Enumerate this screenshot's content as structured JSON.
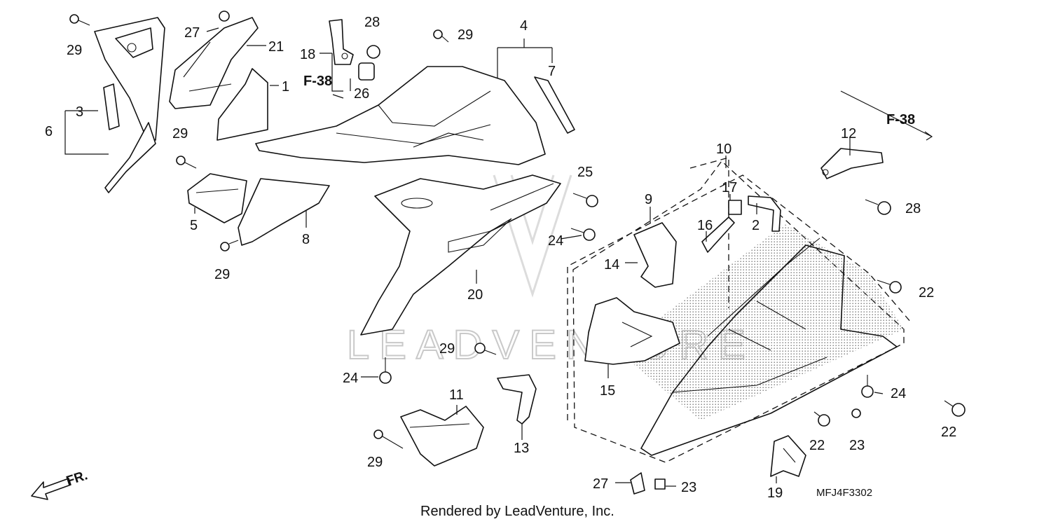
{
  "callouts": [
    {
      "id": "c29a",
      "text": "29"
    },
    {
      "id": "c27a",
      "text": "27"
    },
    {
      "id": "c21",
      "text": "21"
    },
    {
      "id": "c1",
      "text": "1"
    },
    {
      "id": "c3",
      "text": "3"
    },
    {
      "id": "c6",
      "text": "6"
    },
    {
      "id": "c18",
      "text": "18"
    },
    {
      "id": "c28a",
      "text": "28"
    },
    {
      "id": "c26",
      "text": "26"
    },
    {
      "id": "c29b",
      "text": "29"
    },
    {
      "id": "c4",
      "text": "4"
    },
    {
      "id": "c7",
      "text": "7"
    },
    {
      "id": "c29c",
      "text": "29"
    },
    {
      "id": "c5",
      "text": "5"
    },
    {
      "id": "c8",
      "text": "8"
    },
    {
      "id": "c29d",
      "text": "29"
    },
    {
      "id": "c25",
      "text": "25"
    },
    {
      "id": "c24a",
      "text": "24"
    },
    {
      "id": "c20",
      "text": "20"
    },
    {
      "id": "c12",
      "text": "12"
    },
    {
      "id": "c10",
      "text": "10"
    },
    {
      "id": "c9",
      "text": "9"
    },
    {
      "id": "c17",
      "text": "17"
    },
    {
      "id": "c16",
      "text": "16"
    },
    {
      "id": "c2",
      "text": "2"
    },
    {
      "id": "c28b",
      "text": "28"
    },
    {
      "id": "c14",
      "text": "14"
    },
    {
      "id": "c22a",
      "text": "22"
    },
    {
      "id": "c15",
      "text": "15"
    },
    {
      "id": "c29e",
      "text": "29"
    },
    {
      "id": "c24b",
      "text": "24"
    },
    {
      "id": "c11",
      "text": "11"
    },
    {
      "id": "c13",
      "text": "13"
    },
    {
      "id": "c29f",
      "text": "29"
    },
    {
      "id": "c24c",
      "text": "24"
    },
    {
      "id": "c22b",
      "text": "22"
    },
    {
      "id": "c23a",
      "text": "23"
    },
    {
      "id": "c22c",
      "text": "22"
    },
    {
      "id": "c27b",
      "text": "27"
    },
    {
      "id": "c23b",
      "text": "23"
    },
    {
      "id": "c19",
      "text": "19"
    }
  ],
  "references": {
    "f38_left": "F-38",
    "f38_right": "F-38"
  },
  "front_arrow_label": "FR.",
  "diagram_code": "MFJ4F3302",
  "credit": "Rendered by LeadVenture, Inc.",
  "watermark": "LEADVENTURE",
  "colors": {
    "ink": "#111111",
    "watermark": "#c9c9c9"
  }
}
